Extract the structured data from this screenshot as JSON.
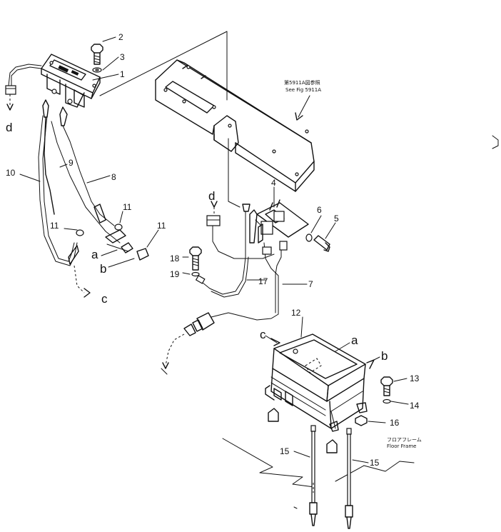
{
  "part_numbers": {
    "p1": "1",
    "p2": "2",
    "p3": "3",
    "p4": "4",
    "p5": "5",
    "p6": "6",
    "p7": "7",
    "p8": "8",
    "p9": "9",
    "p10": "10",
    "p11a": "11",
    "p11b": "11",
    "p11c": "11",
    "p12": "12",
    "p13": "13",
    "p14": "14",
    "p15a": "15",
    "p15b": "15",
    "p16": "16",
    "p17": "17",
    "p18": "18",
    "p19": "19"
  },
  "connection_letters": {
    "a_left": "a",
    "b_left": "b",
    "c_left": "c",
    "d_left": "d",
    "d_mid": "d",
    "a_box": "a",
    "b_box": "b",
    "c_box": "c"
  },
  "references": {
    "fig_ref_jp": "第5911A図参照",
    "fig_ref_en": "See Fig 5911A",
    "floor_jp": "フロアフレーム",
    "floor_en": "Floor Frame"
  }
}
